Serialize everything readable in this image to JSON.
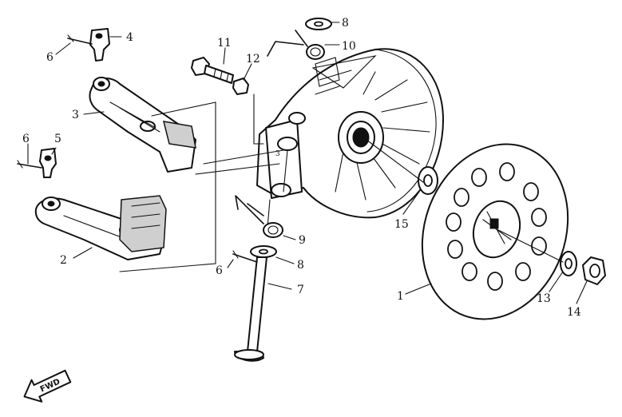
{
  "callouts": [
    {
      "id": "1",
      "text": "1"
    },
    {
      "id": "2",
      "text": "2"
    },
    {
      "id": "3",
      "text": "3"
    },
    {
      "id": "4",
      "text": "4"
    },
    {
      "id": "5",
      "text": "5"
    },
    {
      "id": "6a",
      "text": "6"
    },
    {
      "id": "6b",
      "text": "6"
    },
    {
      "id": "6c",
      "text": "6"
    },
    {
      "id": "7",
      "text": "7"
    },
    {
      "id": "8a",
      "text": "8"
    },
    {
      "id": "8b",
      "text": "8"
    },
    {
      "id": "9",
      "text": "9"
    },
    {
      "id": "10",
      "text": "10"
    },
    {
      "id": "11",
      "text": "11"
    },
    {
      "id": "12",
      "text": "12"
    },
    {
      "id": "13",
      "text": "13"
    },
    {
      "id": "14",
      "text": "14"
    },
    {
      "id": "15",
      "text": "15"
    }
  ],
  "direction_marker": {
    "text": "FWD",
    "icon": "forward-arrow-icon"
  },
  "colors": {
    "ink": "#111111",
    "paper": "#ffffff",
    "pad": "#cfcfcf"
  }
}
